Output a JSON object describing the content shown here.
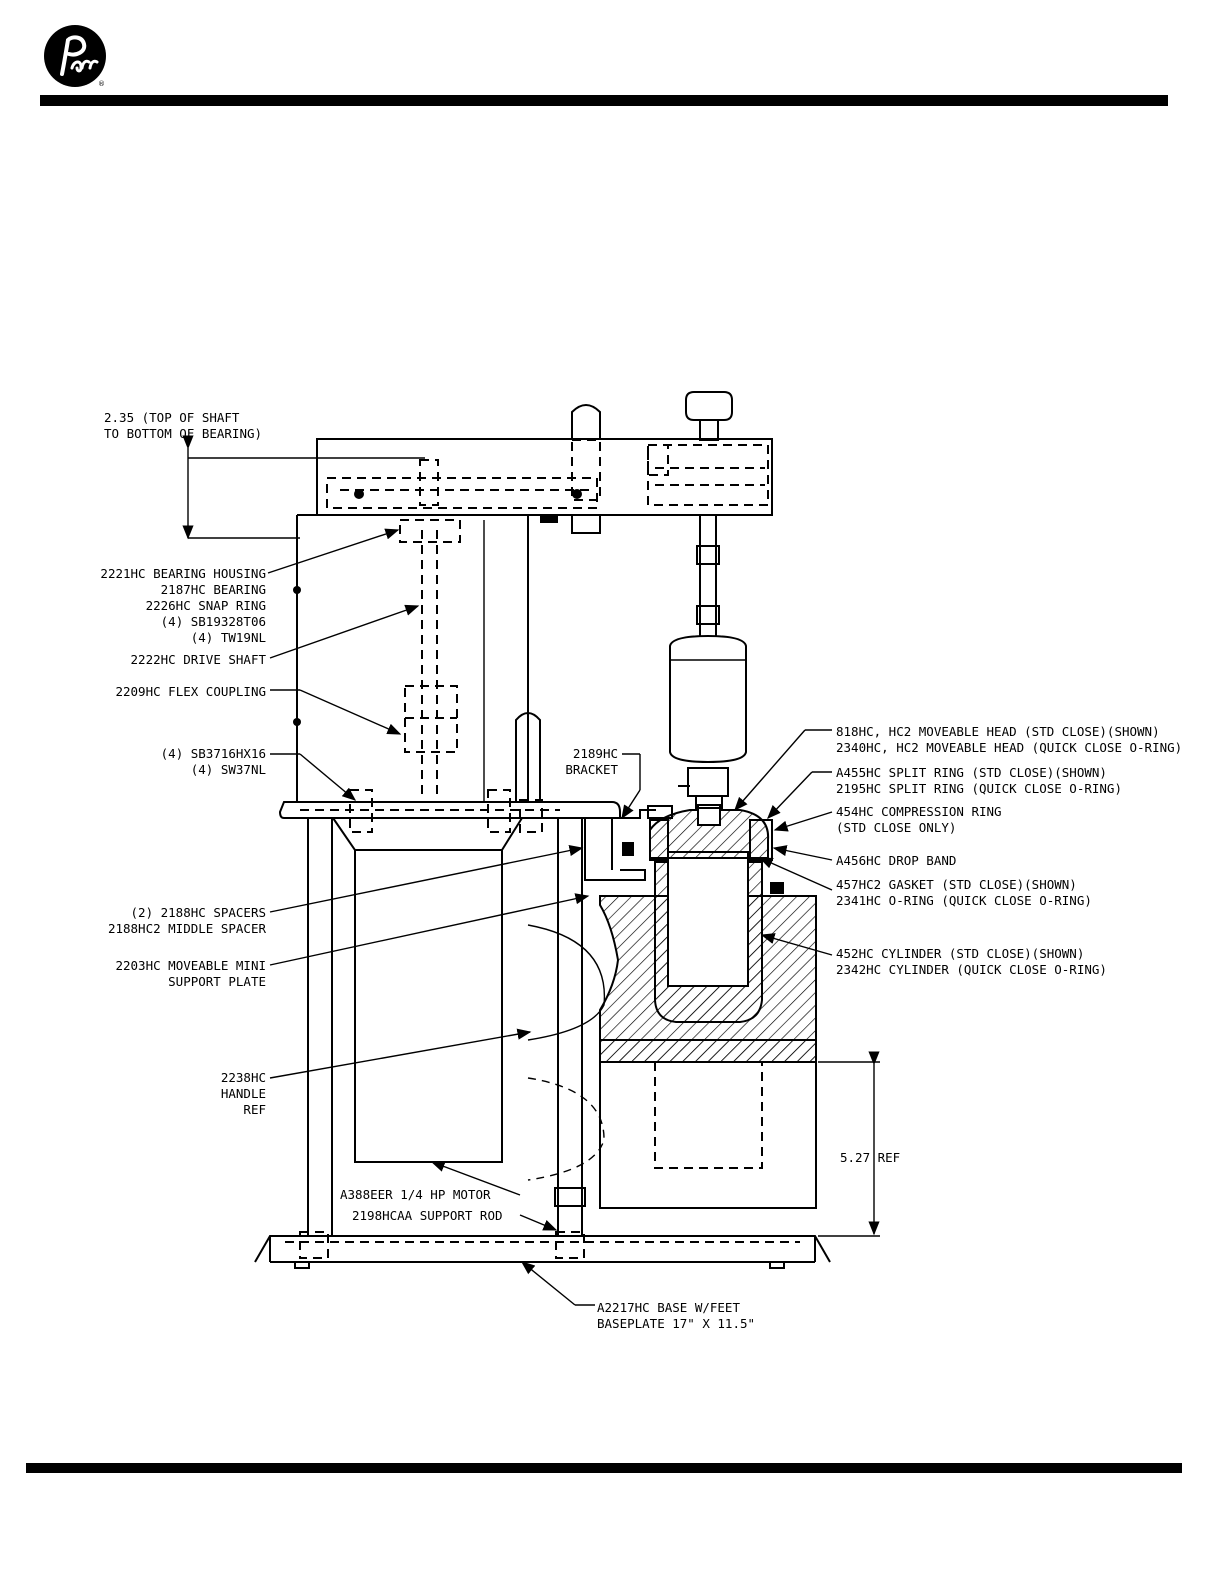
{
  "brand": {
    "registered_mark": "®"
  },
  "dimensions": {
    "shaft_to_bearing_1": "2.35  (TOP OF SHAFT",
    "shaft_to_bearing_2": "TO BOTTOM OF BEARING)",
    "ref_height": "5.27 REF"
  },
  "labels_left": {
    "bearing_housing": "2221HC BEARING HOUSING",
    "bearing": "2187HC BEARING",
    "snap_ring": "2226HC SNAP RING",
    "sb_screw": "(4) SB19328T06",
    "tw_washer": "(4) TW19NL",
    "drive_shaft": "2222HC DRIVE SHAFT",
    "flex_coupling": "2209HC FLEX COUPLING",
    "sb_screw_2": "(4) SB3716HX16",
    "sw_washer": "(4) SW37NL",
    "spacers": "(2) 2188HC SPACERS",
    "middle_spacer": "2188HC2 MIDDLE SPACER",
    "support_plate_1": "2203HC MOVEABLE MINI",
    "support_plate_2": "SUPPORT PLATE",
    "handle_1": "2238HC",
    "handle_2": "HANDLE",
    "handle_3": "REF"
  },
  "labels_center": {
    "bracket_1": "2189HC",
    "bracket_2": "BRACKET",
    "motor": "A388EER 1/4 HP MOTOR",
    "support_rod": "2198HCAA SUPPORT ROD",
    "base_1": "A2217HC BASE W/FEET",
    "base_2": "BASEPLATE 17\" X 11.5\""
  },
  "labels_right": {
    "head_1": "818HC, HC2 MOVEABLE HEAD (STD CLOSE)(SHOWN)",
    "head_2": "2340HC, HC2 MOVEABLE HEAD (QUICK CLOSE O-RING)",
    "split_ring_1": "A455HC SPLIT RING (STD CLOSE)(SHOWN)",
    "split_ring_2": "2195HC SPLIT RING (QUICK CLOSE O-RING)",
    "compression_ring_1": "454HC COMPRESSION RING",
    "compression_ring_2": "(STD CLOSE ONLY)",
    "drop_band": "A456HC DROP BAND",
    "gasket_1": "457HC2 GASKET (STD CLOSE)(SHOWN)",
    "gasket_2": "2341HC O-RING (QUICK CLOSE O-RING)",
    "cylinder_1": "452HC CYLINDER (STD CLOSE)(SHOWN)",
    "cylinder_2": "2342HC CYLINDER (QUICK CLOSE O-RING)"
  }
}
